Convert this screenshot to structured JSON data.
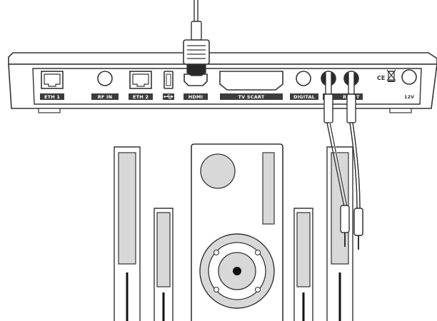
{
  "device": {
    "ports": {
      "eth1": "ETH 1",
      "rf_in": "RF IN",
      "eth2": "ETH 2",
      "usb": "USB",
      "hdmi": "HDMI",
      "tv_scart": "TV SCART",
      "digital": "DIGITAL",
      "right": "RIGHT",
      "power": "12V"
    },
    "marks": {
      "ce": "CE"
    }
  },
  "colors": {
    "outline": "#333333",
    "label_bg": "#3c3c3c",
    "panel_fill": "#f2f2f2",
    "speaker_fill": "#d8d8d8",
    "jack_fill": "#2a2a2a"
  },
  "icons": {
    "usb": "usb-trident-icon",
    "weee": "crossed-bin-icon"
  }
}
